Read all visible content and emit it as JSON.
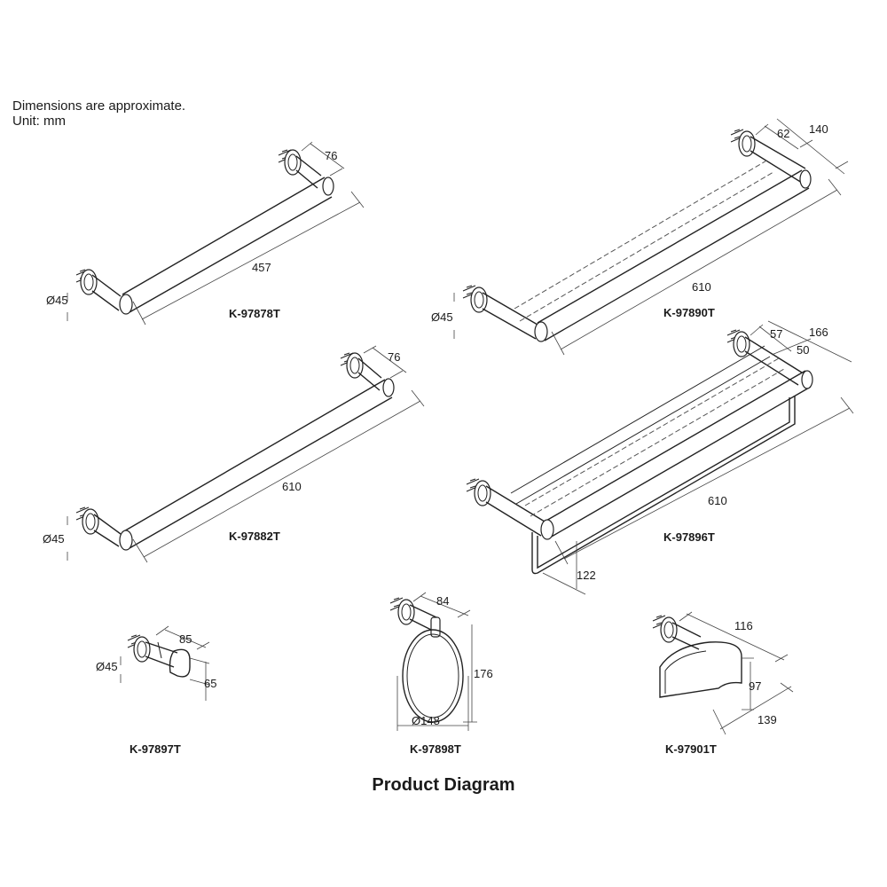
{
  "notes": {
    "line1": "Dimensions are approximate.",
    "line2": "Unit: mm"
  },
  "title": "Product Diagram",
  "products": [
    {
      "model": "K-97878T",
      "dims": {
        "length": "457",
        "projection": "76",
        "diameter": "Ø45"
      }
    },
    {
      "model": "K-97882T",
      "dims": {
        "length": "610",
        "projection": "76",
        "diameter": "Ø45"
      }
    },
    {
      "model": "K-97890T",
      "dims": {
        "length": "610",
        "projection_front": "62",
        "projection_total": "140",
        "diameter": "Ø45"
      }
    },
    {
      "model": "K-97896T",
      "dims": {
        "length": "610",
        "projection_a": "57",
        "projection_b": "50",
        "projection_total": "166",
        "drop": "122"
      }
    },
    {
      "model": "K-97897T",
      "dims": {
        "projection": "85",
        "height": "65",
        "diameter": "Ø45"
      }
    },
    {
      "model": "K-97898T",
      "dims": {
        "projection": "84",
        "height": "176",
        "ring_diameter": "Ø148"
      }
    },
    {
      "model": "K-97901T",
      "dims": {
        "projection": "116",
        "height": "97",
        "width": "139"
      }
    }
  ]
}
